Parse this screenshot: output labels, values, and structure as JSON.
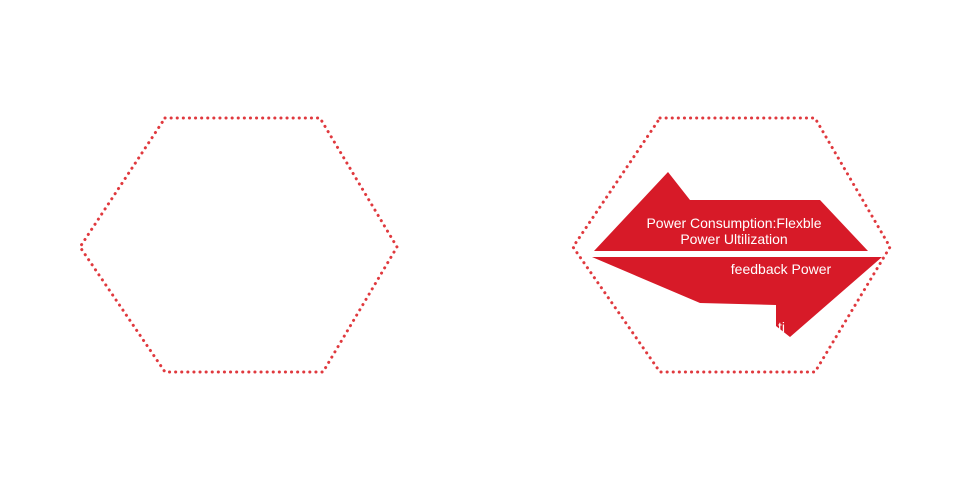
{
  "diagram": {
    "accent_color": "#d71a28",
    "outline_color": "#e0393e",
    "left_arrow": {
      "line1": "Power Consumption:Flexble",
      "line2": "Power Ultilization"
    },
    "right_arrow": {
      "label": "feedback Power",
      "fragment": "ti"
    }
  }
}
